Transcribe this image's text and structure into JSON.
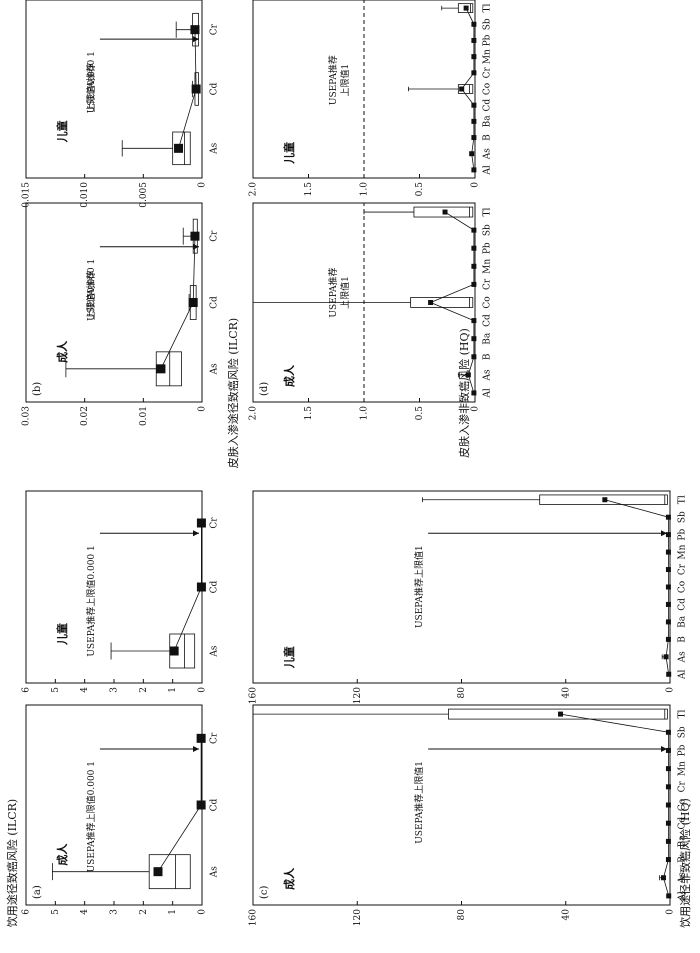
{
  "figure": {
    "ylabel_drinking_cancer": "饮用途径致癌风险 (ILCR)",
    "ylabel_skin_cancer": "皮肤入渗途径致癌风险 (ILCR)",
    "ylabel_skin_noncancer": "皮肤入渗非致癌风险 (HQ)",
    "ylabel_drinking_noncancer": "饮用途径非致癌风险 (HQ)"
  },
  "chart_data": [
    {
      "id": "a",
      "type": "box",
      "panel_label": "(a)",
      "group": "成人",
      "categories": [
        "As",
        "Cd",
        "Cr"
      ],
      "ylim": [
        0,
        6
      ],
      "yticks": [
        0,
        1,
        2,
        3,
        4,
        5,
        6
      ],
      "boxes": [
        {
          "cat": "As",
          "mean": 1.5,
          "q1": 0.4,
          "median": 0.9,
          "q3": 1.8,
          "whisker_max": 5.1
        },
        {
          "cat": "Cd",
          "mean": 0.03
        },
        {
          "cat": "Cr",
          "mean": 0.03
        }
      ],
      "threshold": {
        "value": 0.0001,
        "label": "USEPA推荐上限值0.000 1",
        "style": "arrow"
      }
    },
    {
      "id": "a2",
      "type": "box",
      "panel_label": "",
      "group": "儿童",
      "categories": [
        "As",
        "Cd",
        "Cr"
      ],
      "ylim": [
        0,
        6
      ],
      "yticks": [
        0,
        1,
        2,
        3,
        4,
        5,
        6
      ],
      "boxes": [
        {
          "cat": "As",
          "mean": 0.95,
          "q1": 0.25,
          "median": 0.6,
          "q3": 1.1,
          "whisker_max": 3.1
        },
        {
          "cat": "Cd",
          "mean": 0.02
        },
        {
          "cat": "Cr",
          "mean": 0.02
        }
      ],
      "threshold": {
        "value": 0.0001,
        "label": "USEPA推荐上限值0.000 1",
        "style": "arrow"
      }
    },
    {
      "id": "b",
      "type": "box",
      "panel_label": "(b)",
      "group": "成人",
      "categories": [
        "As",
        "Cd",
        "Cr"
      ],
      "ylim": [
        0,
        0.03
      ],
      "yticks": [
        0,
        0.01,
        0.02,
        0.03
      ],
      "ytick_labels": [
        "0",
        "0.01",
        "0.02",
        "0.03"
      ],
      "boxes": [
        {
          "cat": "As",
          "mean": 0.007,
          "q1": 0.0035,
          "median": 0.0055,
          "q3": 0.0078,
          "whisker_max": 0.0232
        },
        {
          "cat": "Cd",
          "mean": 0.0015,
          "q1": 0.001,
          "q3": 0.002,
          "whisker_max": 0.0022
        },
        {
          "cat": "Cr",
          "mean": 0.0012,
          "q1": 0.0008,
          "q3": 0.0015,
          "whisker_max": 0.0032
        }
      ],
      "threshold": {
        "value": 0.0001,
        "label_lines": [
          "USEPA推荐",
          "上限值0.000 1"
        ],
        "style": "arrow"
      }
    },
    {
      "id": "b2",
      "type": "box",
      "panel_label": "",
      "group": "儿童",
      "categories": [
        "As",
        "Cd",
        "Cr"
      ],
      "ylim": [
        0,
        0.015
      ],
      "yticks": [
        0,
        0.005,
        0.01,
        0.015
      ],
      "ytick_labels": [
        "0",
        "0.005",
        "0.010",
        "0.015"
      ],
      "boxes": [
        {
          "cat": "As",
          "mean": 0.002,
          "q1": 0.001,
          "median": 0.0015,
          "q3": 0.0025,
          "whisker_max": 0.0068
        },
        {
          "cat": "Cd",
          "mean": 0.0005,
          "q1": 0.0003,
          "q3": 0.0006,
          "whisker_max": 0.0008
        },
        {
          "cat": "Cr",
          "mean": 0.0006,
          "q1": 0.0003,
          "q3": 0.0008,
          "whisker_max": 0.0022
        }
      ],
      "threshold": {
        "value": 0.0001,
        "label_lines": [
          "USEPA推荐",
          "上限值0.000 1"
        ],
        "style": "arrow"
      }
    },
    {
      "id": "c",
      "type": "box",
      "panel_label": "(c)",
      "group": "成人",
      "categories": [
        "Al",
        "As",
        "B",
        "Ba",
        "Cd",
        "Co",
        "Cr",
        "Mn",
        "Pb",
        "Sb",
        "Tl"
      ],
      "ylim": [
        0,
        160
      ],
      "yticks": [
        0,
        40,
        80,
        120,
        160
      ],
      "boxes": [
        {
          "cat": "Al",
          "mean": 0.5
        },
        {
          "cat": "As",
          "mean": 2.5,
          "whisker_max": 4
        },
        {
          "cat": "B",
          "mean": 0.6
        },
        {
          "cat": "Ba",
          "mean": 0.6
        },
        {
          "cat": "Cd",
          "mean": 0.6
        },
        {
          "cat": "Co",
          "mean": 0.6
        },
        {
          "cat": "Cr",
          "mean": 0.6
        },
        {
          "cat": "Mn",
          "mean": 0.6
        },
        {
          "cat": "Pb",
          "mean": 0.6
        },
        {
          "cat": "Sb",
          "mean": 0.6
        },
        {
          "cat": "Tl",
          "mean": 42,
          "q1": 1,
          "median": 2,
          "q3": 85,
          "whisker_max": 160
        }
      ],
      "threshold": {
        "value": 1,
        "label": "USEPA推荐上限值1",
        "style": "arrow"
      }
    },
    {
      "id": "c2",
      "type": "box",
      "panel_label": "",
      "group": "儿童",
      "categories": [
        "Al",
        "As",
        "B",
        "Ba",
        "Cd",
        "Co",
        "Cr",
        "Mn",
        "Pb",
        "Sb",
        "Tl"
      ],
      "ylim": [
        0,
        160
      ],
      "yticks": [
        0,
        40,
        80,
        120,
        160
      ],
      "boxes": [
        {
          "cat": "Al",
          "mean": 0.5
        },
        {
          "cat": "As",
          "mean": 1.5,
          "whisker_max": 3
        },
        {
          "cat": "B",
          "mean": 0.6
        },
        {
          "cat": "Ba",
          "mean": 0.6
        },
        {
          "cat": "Cd",
          "mean": 0.6
        },
        {
          "cat": "Co",
          "mean": 0.6
        },
        {
          "cat": "Cr",
          "mean": 0.6
        },
        {
          "cat": "Mn",
          "mean": 0.6
        },
        {
          "cat": "Pb",
          "mean": 0.6
        },
        {
          "cat": "Sb",
          "mean": 0.6
        },
        {
          "cat": "Tl",
          "mean": 25,
          "q1": 1,
          "median": 2,
          "q3": 50,
          "whisker_max": 95
        }
      ],
      "threshold": {
        "value": 1,
        "label": "USEPA推荐上限值1",
        "style": "arrow"
      }
    },
    {
      "id": "d",
      "type": "box",
      "panel_label": "(d)",
      "group": "成人",
      "categories": [
        "Al",
        "As",
        "B",
        "Ba",
        "Cd",
        "Co",
        "Cr",
        "Mn",
        "Pb",
        "Sb",
        "Tl"
      ],
      "ylim": [
        0,
        2.0
      ],
      "yticks": [
        0,
        0.5,
        1.0,
        1.5,
        2.0
      ],
      "ytick_labels": [
        "0",
        "0.5",
        "1.0",
        "1.5",
        "2.0"
      ],
      "boxes": [
        {
          "cat": "Al",
          "mean": 0.01
        },
        {
          "cat": "As",
          "mean": 0.06,
          "whisker_max": 0.15
        },
        {
          "cat": "B",
          "mean": 0.01
        },
        {
          "cat": "Ba",
          "mean": 0.01
        },
        {
          "cat": "Cd",
          "mean": 0.01
        },
        {
          "cat": "Co",
          "mean": 0.4,
          "q1": 0.02,
          "median": 0.05,
          "q3": 0.58,
          "whisker_max": 2.0
        },
        {
          "cat": "Cr",
          "mean": 0.01
        },
        {
          "cat": "Mn",
          "mean": 0.01
        },
        {
          "cat": "Pb",
          "mean": 0.01
        },
        {
          "cat": "Sb",
          "mean": 0.01
        },
        {
          "cat": "Tl",
          "mean": 0.27,
          "q1": 0.02,
          "median": 0.05,
          "q3": 0.55,
          "whisker_max": 1.0
        }
      ],
      "threshold": {
        "value": 1,
        "label_lines": [
          "USEPA推荐",
          "上限值1"
        ],
        "style": "dashed"
      }
    },
    {
      "id": "d2",
      "type": "box",
      "panel_label": "",
      "group": "儿童",
      "categories": [
        "Al",
        "As",
        "B",
        "Ba",
        "Cd",
        "Co",
        "Cr",
        "Mn",
        "Pb",
        "Sb",
        "Tl"
      ],
      "ylim": [
        0,
        2.0
      ],
      "yticks": [
        0,
        0.5,
        1.0,
        1.5,
        2.0
      ],
      "ytick_labels": [
        "0",
        "0.5",
        "1.0",
        "1.5",
        "2.0"
      ],
      "boxes": [
        {
          "cat": "Al",
          "mean": 0.01
        },
        {
          "cat": "As",
          "mean": 0.03
        },
        {
          "cat": "B",
          "mean": 0.01
        },
        {
          "cat": "Ba",
          "mean": 0.01
        },
        {
          "cat": "Cd",
          "mean": 0.01
        },
        {
          "cat": "Co",
          "mean": 0.12,
          "q1": 0.02,
          "median": 0.05,
          "q3": 0.15,
          "whisker_max": 0.6
        },
        {
          "cat": "Cr",
          "mean": 0.01
        },
        {
          "cat": "Mn",
          "mean": 0.01
        },
        {
          "cat": "Pb",
          "mean": 0.01
        },
        {
          "cat": "Sb",
          "mean": 0.01
        },
        {
          "cat": "Tl",
          "mean": 0.08,
          "q1": 0.02,
          "median": 0.04,
          "q3": 0.15,
          "whisker_max": 0.3
        }
      ],
      "threshold": {
        "value": 1,
        "label_lines": [
          "USEPA推荐",
          "上限值1"
        ],
        "style": "dashed"
      }
    }
  ]
}
